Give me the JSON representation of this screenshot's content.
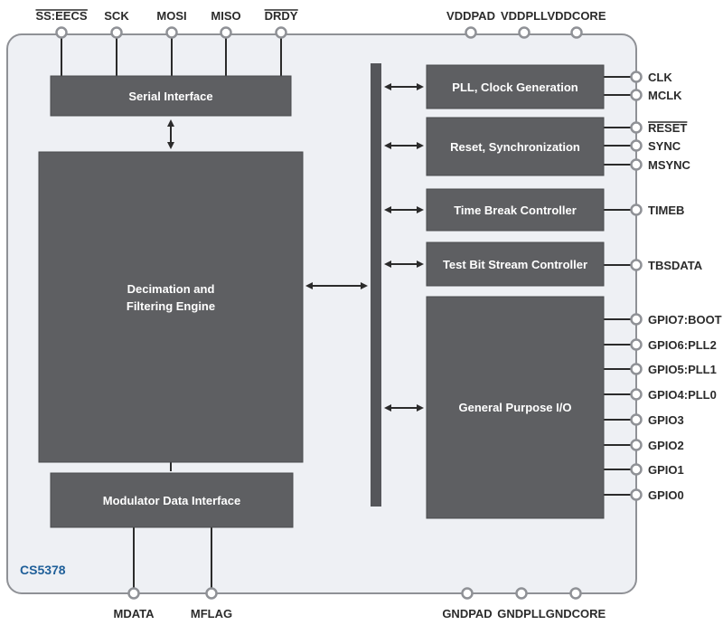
{
  "chip": {
    "name": "CS5378",
    "body_color": "#eef0f4",
    "block_color": "#5e5f62",
    "bus_color": "#55565a",
    "pin_color": "#8f9196",
    "name_color": "#1f5f99"
  },
  "pins_top": [
    {
      "label": "SS:EECS",
      "overbar": true
    },
    {
      "label": "SCK",
      "overbar": false
    },
    {
      "label": "MOSI",
      "overbar": false
    },
    {
      "label": "MISO",
      "overbar": false
    },
    {
      "label": "DRDY",
      "overbar": true
    }
  ],
  "power_top": [
    "VDDPAD",
    "VDDPLL",
    "VDDCORE"
  ],
  "pins_bottom": [
    "MDATA",
    "MFLAG"
  ],
  "ground_bottom": [
    "GNDPAD",
    "GNDPLL",
    "GNDCORE"
  ],
  "pins_right": [
    {
      "label": "CLK",
      "overbar": false
    },
    {
      "label": "MCLK",
      "overbar": false
    },
    {
      "label": "RESET",
      "overbar": true
    },
    {
      "label": "SYNC",
      "overbar": false
    },
    {
      "label": "MSYNC",
      "overbar": false
    },
    {
      "label": "TIMEB",
      "overbar": false
    },
    {
      "label": "TBSDATA",
      "overbar": false
    },
    {
      "label": "GPIO7:BOOT",
      "overbar": false
    },
    {
      "label": "GPIO6:PLL2",
      "overbar": false
    },
    {
      "label": "GPIO5:PLL1",
      "overbar": false
    },
    {
      "label": "GPIO4:PLL0",
      "overbar": false
    },
    {
      "label": "GPIO3",
      "overbar": false
    },
    {
      "label": "GPIO2",
      "overbar": false
    },
    {
      "label": "GPIO1",
      "overbar": false
    },
    {
      "label": "GPIO0",
      "overbar": false
    }
  ],
  "blocks": {
    "serial_interface": [
      "Serial Interface"
    ],
    "decimation": [
      "Decimation and",
      "Filtering Engine"
    ],
    "modulator": [
      "Modulator Data Interface"
    ],
    "pll": [
      "PLL, Clock Generation"
    ],
    "reset": [
      "Reset, Synchronization"
    ],
    "timebreak": [
      "Time Break Controller"
    ],
    "testbit": [
      "Test Bit Stream Controller"
    ],
    "gpio": [
      "General Purpose I/O"
    ]
  }
}
